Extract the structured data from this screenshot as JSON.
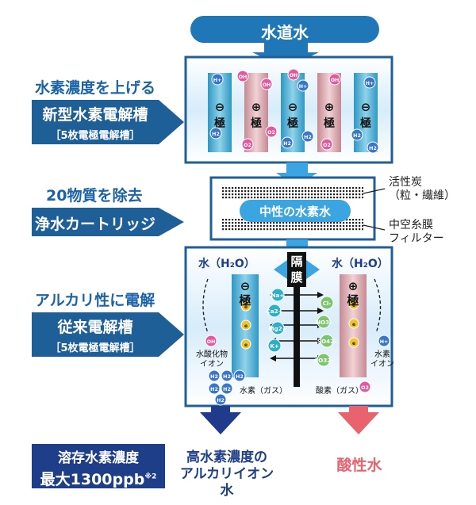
{
  "top_label": "水道水",
  "left": {
    "step1_heading": "水素濃度を上げる",
    "step1_title": "新型水素電解槽",
    "step1_sub": "［5枚電極電解槽］",
    "step2_heading": "20物質を除去",
    "step2_title": "浄水カートリッジ",
    "step3_heading": "アルカリ性に電解",
    "step3_title": "従来電解槽",
    "step3_sub": "［5枚電極電解槽］"
  },
  "electrodes_top": [
    {
      "sign": "⊖",
      "label": "極",
      "type": "neg"
    },
    {
      "sign": "⊕",
      "label": "極",
      "type": "pos"
    },
    {
      "sign": "⊖",
      "label": "極",
      "type": "neg"
    },
    {
      "sign": "⊕",
      "label": "極",
      "type": "pos"
    },
    {
      "sign": "⊖",
      "label": "極",
      "type": "neg"
    }
  ],
  "ions": {
    "oh": "OH",
    "h_plus": "H+",
    "h2": "H2",
    "o2": "O2",
    "e": "e",
    "na": "Na+",
    "ca": "Ca2+",
    "mg": "Mg2+",
    "k": "K+",
    "cl": "Cl-",
    "no3": "NO3-",
    "so4": "SO42-",
    "co3": "CO32-"
  },
  "filter": {
    "water_label": "中性の水素水",
    "carbon_label_1": "活性炭",
    "carbon_label_2": "（粒・繊維）",
    "membrane_label_1": "中空糸膜",
    "membrane_label_2": "フィルター"
  },
  "lower": {
    "water_left": "水（H₂O）",
    "water_right": "水（H₂O）",
    "separator_1": "隔",
    "separator_2": "膜",
    "neg_sign": "⊖",
    "neg_label": "極",
    "pos_sign": "⊕",
    "pos_label": "極",
    "hydroxide_1": "水酸化物",
    "hydroxide_2": "イオン",
    "hydrogen_ion_1": "水素",
    "hydrogen_ion_2": "イオン",
    "hydrogen_gas": "水素（ガス）",
    "oxygen_gas": "酸素（ガス）"
  },
  "bottom": {
    "badge_line1": "溶存水素濃度",
    "badge_line2": "最大1300ppb",
    "badge_note": "※2",
    "alkaline_1": "高水素濃度の",
    "alkaline_2": "アルカリイオン水",
    "acidic": "酸性水"
  },
  "colors": {
    "banner": "#1f5f98",
    "heading": "#1b63a6",
    "arrow_blue": "#3aa5e0",
    "dark_arrow": "#203a8c",
    "acid_arrow": "#e8636e",
    "neg_plate": "#4eb1d2",
    "pos_plate": "#d9a6ad"
  }
}
